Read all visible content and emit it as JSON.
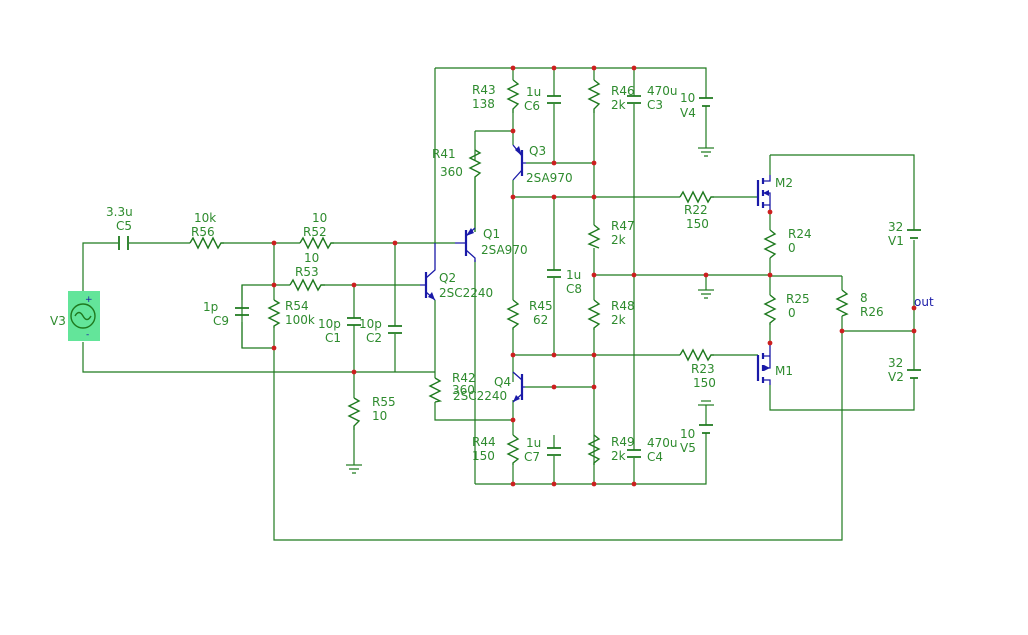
{
  "components": {
    "V3": {
      "name": "V3"
    },
    "C5": {
      "name": "C5",
      "value": "3.3u"
    },
    "R56": {
      "name": "R56",
      "value": "10k"
    },
    "R52": {
      "name": "R52",
      "value": "10"
    },
    "R53": {
      "name": "R53",
      "value": "10"
    },
    "C9": {
      "name": "C9",
      "value": "1p"
    },
    "R54": {
      "name": "R54",
      "value": "100k"
    },
    "C1": {
      "name": "C1",
      "value": "10p"
    },
    "C2": {
      "name": "C2",
      "value": "10p"
    },
    "R55": {
      "name": "R55",
      "value": "10"
    },
    "R41": {
      "name": "R41",
      "value": "360"
    },
    "R42": {
      "name": "R42",
      "value": "360"
    },
    "Q1": {
      "name": "Q1",
      "value": "2SA970"
    },
    "Q2": {
      "name": "Q2",
      "value": "2SC2240"
    },
    "Q3": {
      "name": "Q3",
      "value": "2SA970"
    },
    "Q4": {
      "name": "Q4",
      "value": "2SC2240"
    },
    "R43": {
      "name": "R43",
      "value": "138"
    },
    "R44": {
      "name": "R44",
      "value": "150"
    },
    "R45": {
      "name": "R45",
      "value": "62"
    },
    "C6": {
      "name": "C6",
      "value": "1u"
    },
    "C7": {
      "name": "C7",
      "value": "1u"
    },
    "C8": {
      "name": "C8",
      "value": "1u"
    },
    "R46": {
      "name": "R46",
      "value": "2k"
    },
    "R47": {
      "name": "R47",
      "value": "2k"
    },
    "R48": {
      "name": "R48",
      "value": "2k"
    },
    "R49": {
      "name": "R49",
      "value": "2k"
    },
    "C3": {
      "name": "C3",
      "value": "470u"
    },
    "C4": {
      "name": "C4",
      "value": "470u"
    },
    "V4": {
      "name": "V4",
      "value": "10"
    },
    "V5": {
      "name": "V5",
      "value": "10"
    },
    "R22": {
      "name": "R22",
      "value": "150"
    },
    "R23": {
      "name": "R23",
      "value": "150"
    },
    "M1": {
      "name": "M1"
    },
    "M2": {
      "name": "M2"
    },
    "R24": {
      "name": "R24",
      "value": "0"
    },
    "R25": {
      "name": "R25",
      "value": "0"
    },
    "R26": {
      "name": "R26",
      "value": "8"
    },
    "V1": {
      "name": "V1",
      "value": "32"
    },
    "V2": {
      "name": "V2",
      "value": "32"
    }
  },
  "nets": {
    "out": "out"
  },
  "source_symbols": {
    "plus": "+",
    "minus": "-"
  },
  "colors": {
    "wire": "#1f7a1f",
    "device": "#1a1aa8",
    "node": "#cc1f1f",
    "label": "#2e8b2e",
    "source_highlight": "#63e59a"
  }
}
